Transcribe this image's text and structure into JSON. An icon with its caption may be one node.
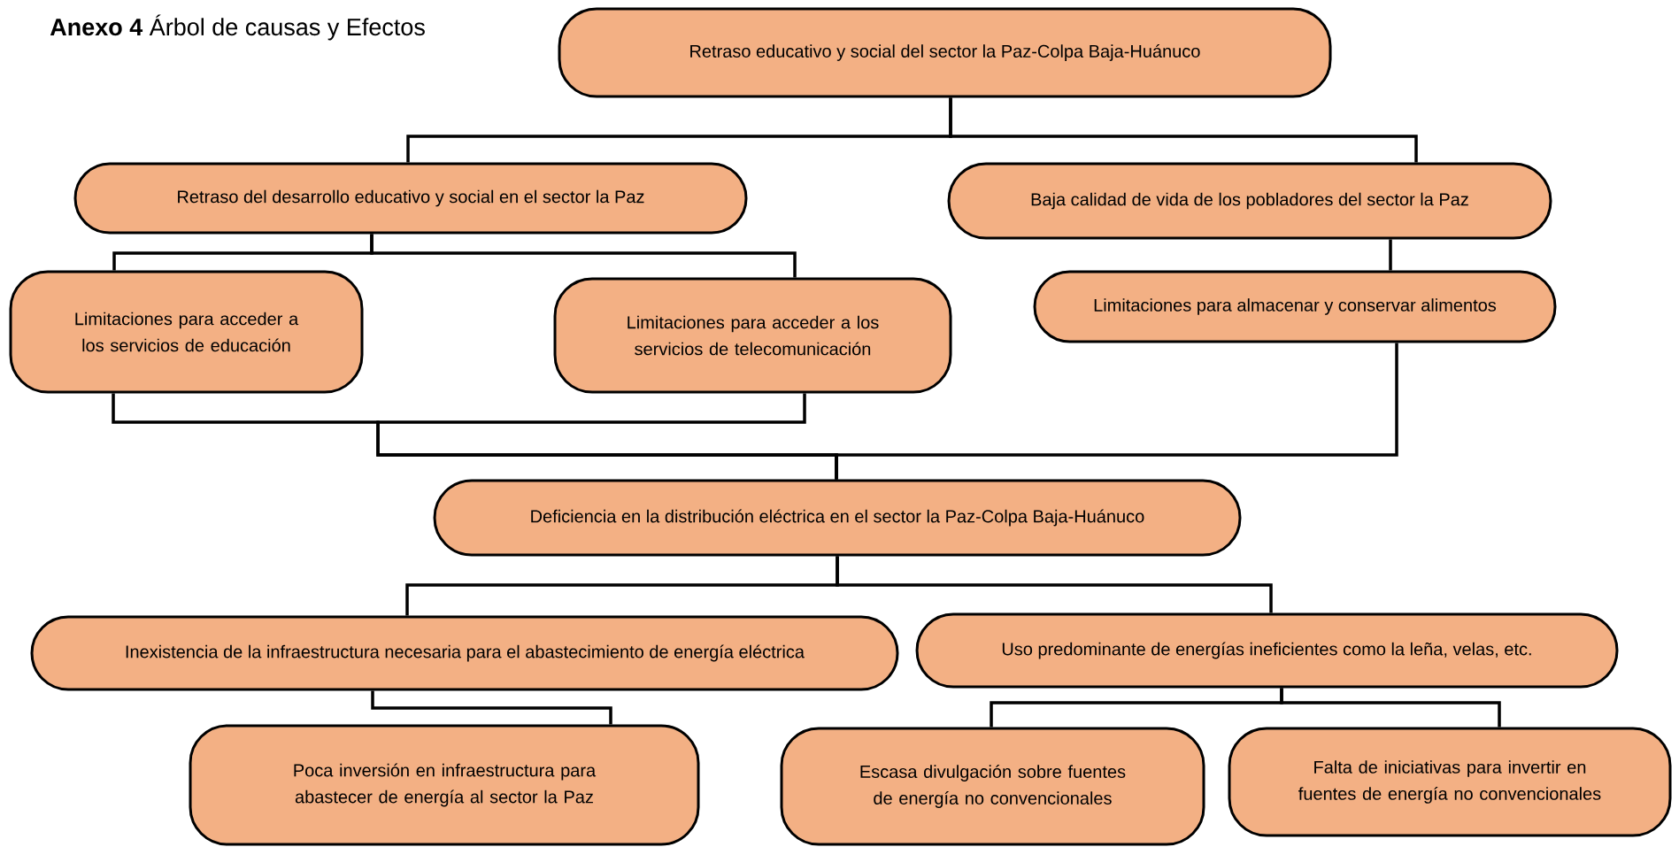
{
  "diagram": {
    "title": "**Anexo 4** Árbol de causas y Efectos",
    "nodes": [
      {
        "text": [
          "Retraso educativo y social del sector la Paz-Colpa Baja-Huánuco"
        ]
      },
      {
        "text": [
          "Retraso del desarrollo educativo y social en el sector la Paz"
        ]
      },
      {
        "text": [
          "Baja calidad de vida de los pobladores del sector la Paz"
        ]
      },
      {
        "text": [
          "Limitaciones para acceder a los servicios de educación"
        ]
      },
      {
        "text": [
          "Limitaciones para acceder a los servicios de telecomunicación"
        ]
      },
      {
        "text": [
          "Limitaciones para almacenar y conservar alimentos"
        ]
      },
      {
        "text": [
          "Deficiencia en la distribución eléctrica en el sector la Paz-Colpa Baja-Huánuco"
        ]
      },
      {
        "text": [
          "Inexistencia de la infraestructura necesaria para el abastecimiento de energía eléctrica"
        ]
      },
      {
        "text": [
          "Uso predominante de energías ineficientes como la leña, velas, etc."
        ]
      },
      {
        "text": [
          "Poca inversión en infraestructura para abastecer de energía al sector la Paz"
        ]
      },
      {
        "text": [
          "Escasa divulgación sobre fuentes de energía no convencionales"
        ]
      },
      {
        "text": [
          "Falta de iniciativas para invertir en fuentes de energía no convencionales"
        ]
      }
    ],
    "edges": [
      {
        "from": 0,
        "to": 1,
        "arrow": "none"
      },
      {
        "from": 0,
        "to": 2,
        "arrow": "none"
      },
      {
        "from": 1,
        "to": 3,
        "arrow": "none"
      },
      {
        "from": 1,
        "to": 4,
        "arrow": "none"
      },
      {
        "from": 2,
        "to": 5,
        "arrow": "none"
      },
      {
        "from": 3,
        "to": 6,
        "arrow": "none"
      },
      {
        "from": 4,
        "to": 6,
        "arrow": "none"
      },
      {
        "from": 5,
        "to": 6,
        "arrow": "none"
      },
      {
        "from": 6,
        "to": 7,
        "arrow": "none"
      },
      {
        "from": 6,
        "to": 8,
        "arrow": "none"
      },
      {
        "from": 7,
        "to": 9,
        "arrow": "none"
      },
      {
        "from": 8,
        "to": 10,
        "arrow": "none"
      },
      {
        "from": 8,
        "to": 11,
        "arrow": "none"
      }
    ]
  }
}
